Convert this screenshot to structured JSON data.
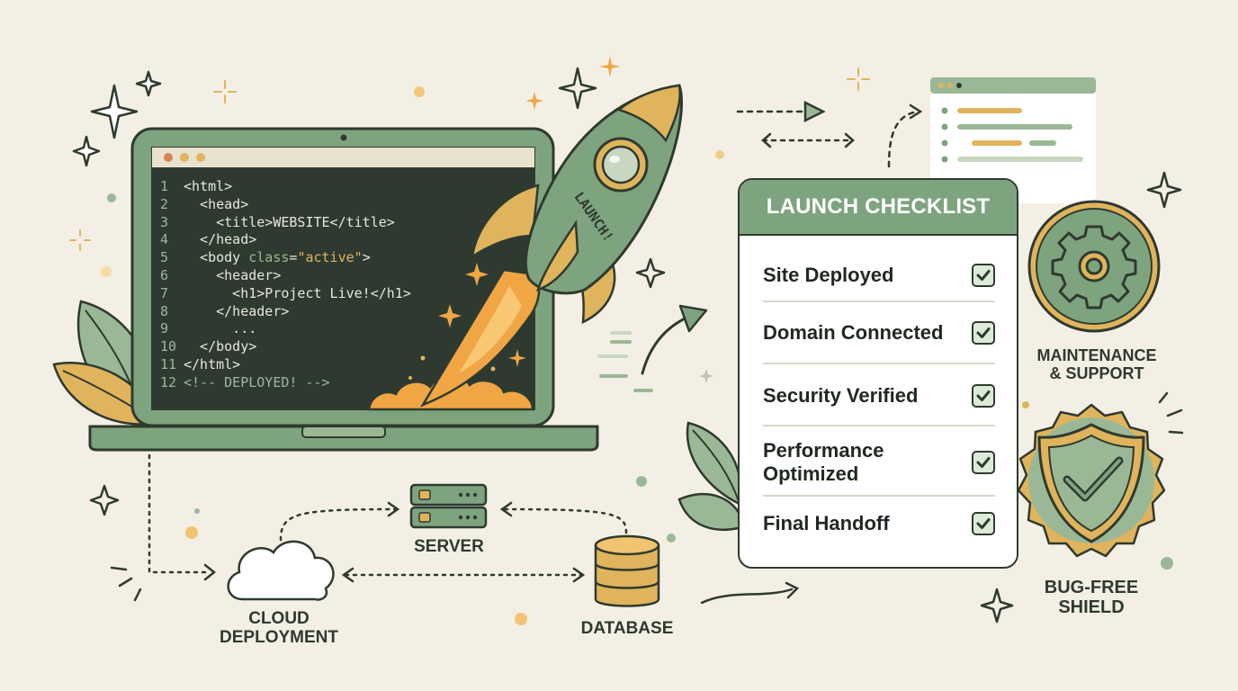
{
  "colors": {
    "background": "#f4efe4",
    "sage": "#7ea47f",
    "gold": "#e0b45c",
    "ink": "#2f3a2f",
    "editor": "#2e3a30",
    "flame": "#f0a645"
  },
  "laptop": {
    "code_lines": [
      {
        "n": "1",
        "html": "<html>"
      },
      {
        "n": "2",
        "html": "  <head>"
      },
      {
        "n": "3",
        "html": "    <title>WEBSITE</title>"
      },
      {
        "n": "4",
        "html": "  </head>"
      },
      {
        "n": "5",
        "html": "  <body class=\"active\">"
      },
      {
        "n": "6",
        "html": "    <header>"
      },
      {
        "n": "7",
        "html": "      <h1>Project Live!</h1>"
      },
      {
        "n": "8",
        "html": "    </header>"
      },
      {
        "n": "9",
        "html": "      ..."
      },
      {
        "n": "10",
        "html": "  </body>"
      },
      {
        "n": "11",
        "html": "</html>"
      },
      {
        "n": "12",
        "html": "<!-- DEPLOYED! -->"
      }
    ]
  },
  "rocket": {
    "label": "LAUNCH!"
  },
  "infrastructure": {
    "server_label": "SERVER",
    "database_label": "DATABASE",
    "cloud_label_1": "CLOUD",
    "cloud_label_2": "DEPLOYMENT"
  },
  "checklist": {
    "title": "LAUNCH CHECKLIST",
    "items": [
      {
        "line1": "Site Deployed",
        "line2": ""
      },
      {
        "line1": "Domain Connected",
        "line2": ""
      },
      {
        "line1": "Security Verified",
        "line2": ""
      },
      {
        "line1": "Performance",
        "line2": "Optimized"
      },
      {
        "line1": "Final Handoff",
        "line2": ""
      }
    ]
  },
  "badges": {
    "maintenance_line1": "MAINTENANCE",
    "maintenance_line2": "& SUPPORT",
    "shield_line1": "BUG-FREE",
    "shield_line2": "SHIELD"
  },
  "icons": [
    "sparkle-icon",
    "gear-icon",
    "shield-check-icon",
    "server-icon",
    "database-icon",
    "cloud-icon",
    "rocket-icon",
    "leaf-icon",
    "check-icon",
    "arrow-icon"
  ]
}
